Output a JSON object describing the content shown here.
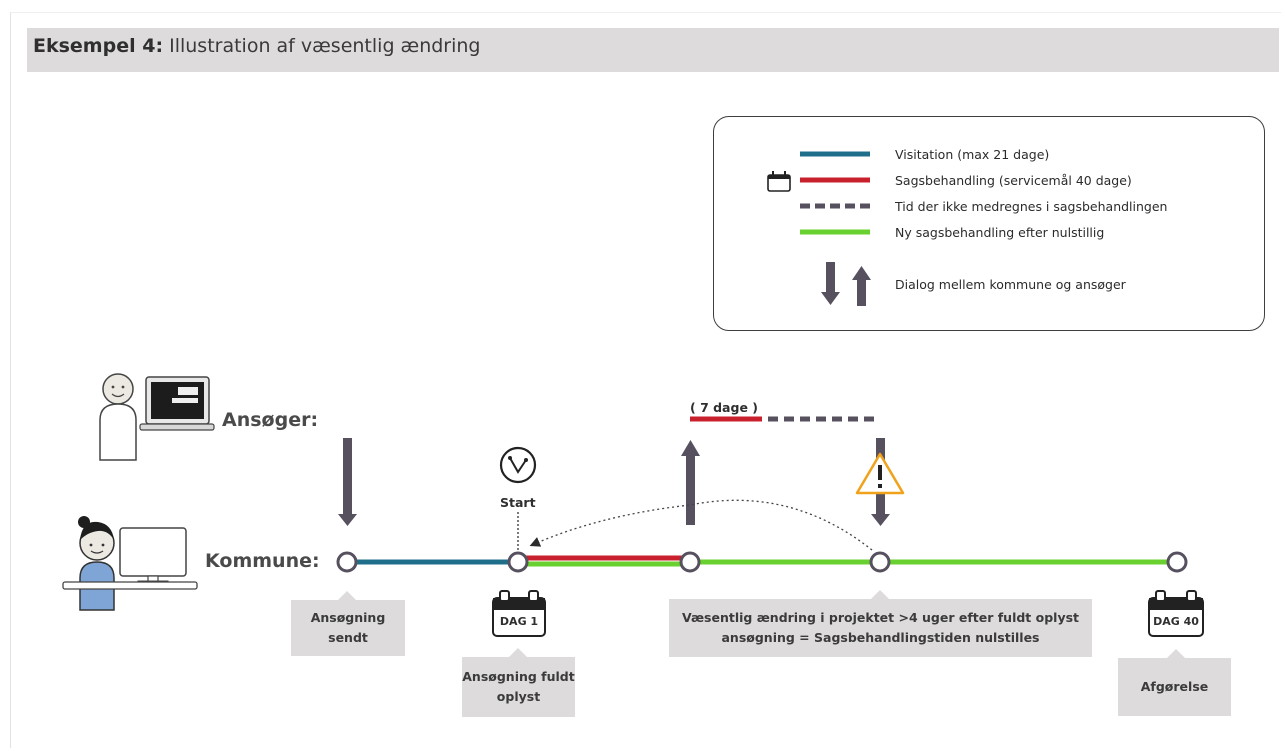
{
  "header": {
    "title_bold": "Eksempel 4:",
    "title_rest": " Illustration af væsentlig ændring"
  },
  "legend": {
    "items": [
      {
        "label": "Visitation (max 21 dage)",
        "color": "#1f6f8b",
        "style": "solid"
      },
      {
        "label": "Sagsbehandling (servicemål 40 dage)",
        "color": "#c8202c",
        "style": "solid",
        "icon": "calendar-icon"
      },
      {
        "label": "Tid der ikke medregnes i sagsbehandlingen",
        "color": "#56505f",
        "style": "dashed"
      },
      {
        "label": "Ny sagsbehandling efter nulstillig",
        "color": "#69d12f",
        "style": "solid"
      },
      {
        "label": "Dialog mellem kommune og ansøger",
        "icon": "dialog-arrows-icon"
      }
    ]
  },
  "actors": {
    "applicant": "Ansøger:",
    "municipality": "Kommune:"
  },
  "timeline": {
    "start_label": "Start",
    "days_label": "( 7 dage )",
    "badges": {
      "day1": "DAG 1",
      "day40": "DAG 40"
    },
    "captions": {
      "sent": "Ansøgning sendt",
      "fully": "Ansøgning fuldt oplyst",
      "change": "Væsentlig ændring i projektet >4 uger efter fuldt oplyst ansøgning = Sagsbehandlingstiden nulstilles",
      "decision": "Afgørelse"
    }
  },
  "colors": {
    "blue": "#1f6f8b",
    "red": "#c8202c",
    "green": "#69d12f",
    "dash": "#56505f",
    "arrow": "#56505f",
    "warning": "#f0a21a",
    "caption_bg": "#dedbdd"
  }
}
